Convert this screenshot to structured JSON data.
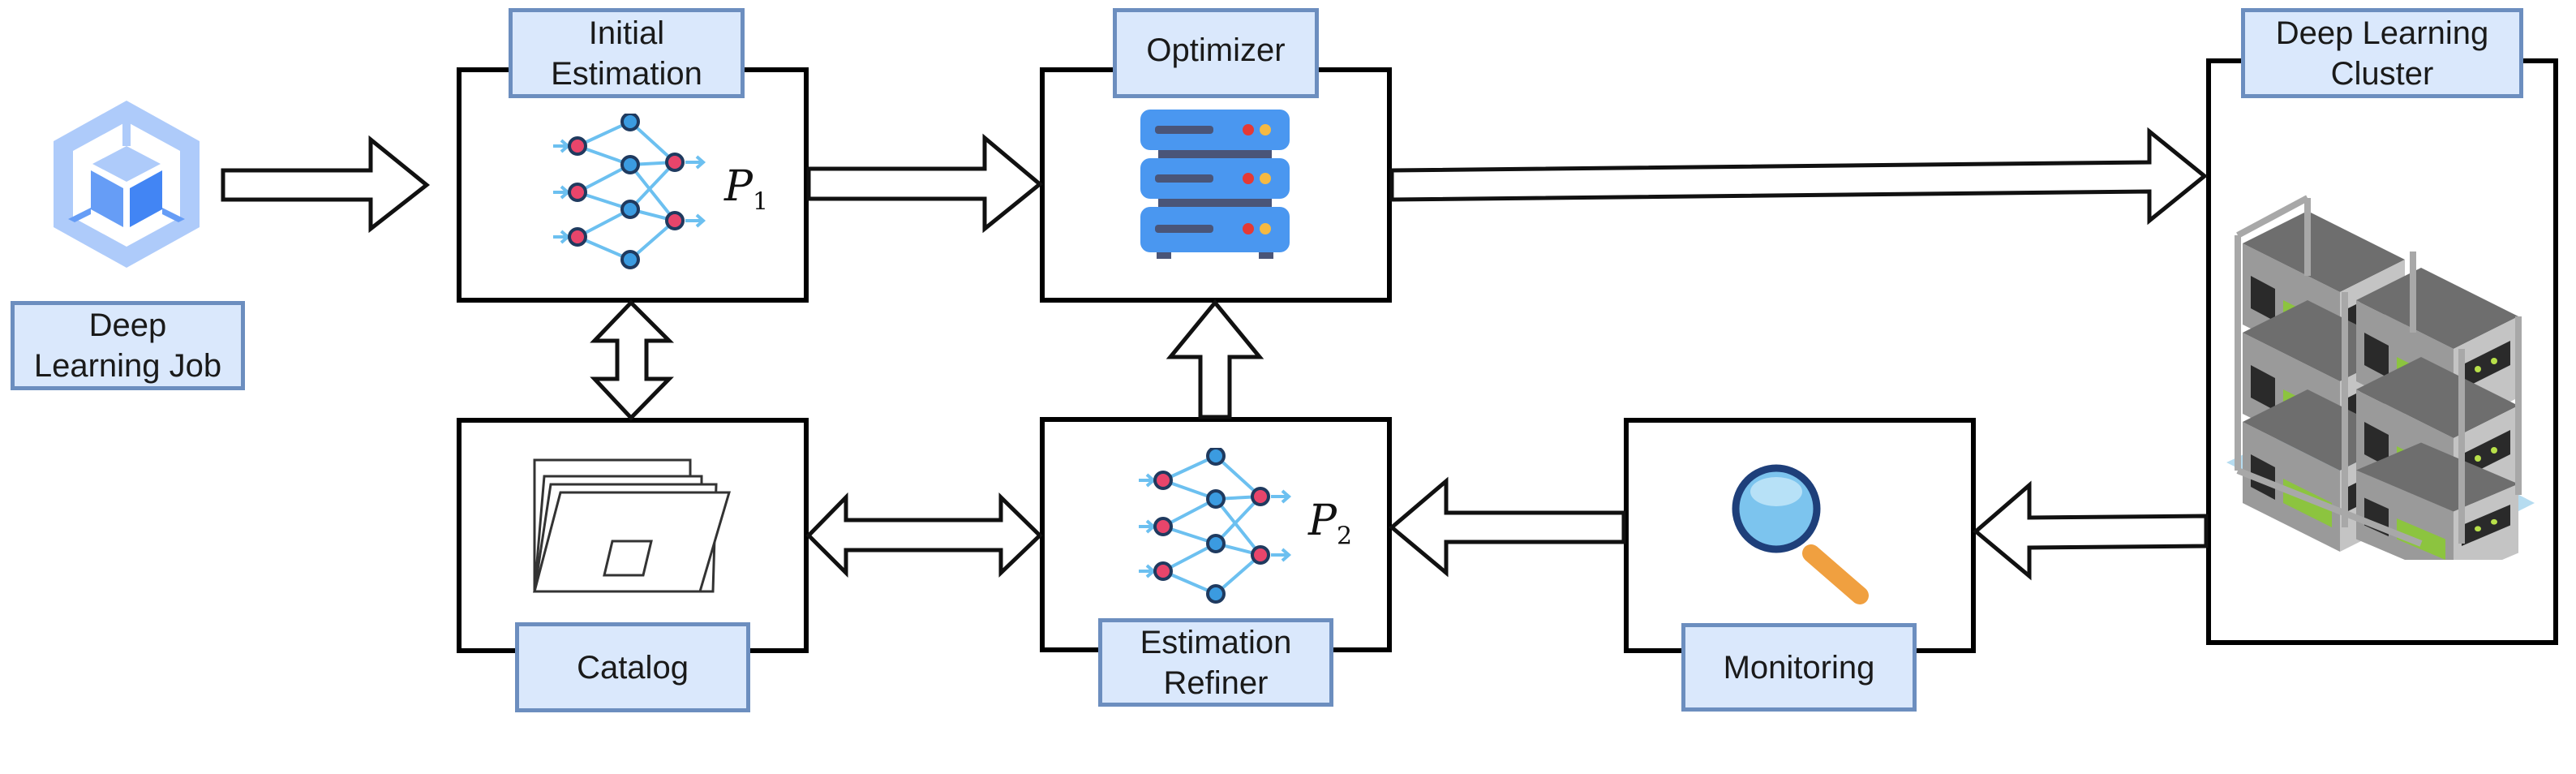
{
  "diagram": {
    "nodes": {
      "job": {
        "label_line1": "Deep",
        "label_line2": "Learning Job",
        "icon": "cube-hexagon-icon"
      },
      "initial": {
        "label_line1": "Initial",
        "label_line2": "Estimation",
        "icon": "neural-network-icon",
        "param": "P",
        "param_sub": "1"
      },
      "optimizer": {
        "label": "Optimizer",
        "icon": "server-stack-icon"
      },
      "cluster": {
        "label_line1": "Deep Learning",
        "label_line2": "Cluster",
        "icon": "gpu-rack-cluster-icon"
      },
      "catalog": {
        "label": "Catalog",
        "icon": "folder-stack-icon"
      },
      "refiner": {
        "label_line1": "Estimation",
        "label_line2": "Refiner",
        "icon": "neural-network-icon",
        "param": "P",
        "param_sub": "2"
      },
      "monitoring": {
        "label": "Monitoring",
        "icon": "magnifier-icon"
      }
    },
    "edges": [
      {
        "from": "Deep Learning Job",
        "to": "Initial Estimation",
        "direction": "forward"
      },
      {
        "from": "Initial Estimation",
        "to": "Optimizer",
        "direction": "forward"
      },
      {
        "from": "Optimizer",
        "to": "Deep Learning Cluster",
        "direction": "forward"
      },
      {
        "from": "Initial Estimation",
        "to": "Catalog",
        "direction": "bidirectional"
      },
      {
        "from": "Catalog",
        "to": "Estimation Refiner",
        "direction": "bidirectional"
      },
      {
        "from": "Estimation Refiner",
        "to": "Optimizer",
        "direction": "forward"
      },
      {
        "from": "Monitoring",
        "to": "Estimation Refiner",
        "direction": "forward"
      },
      {
        "from": "Deep Learning Cluster",
        "to": "Monitoring",
        "direction": "forward"
      }
    ],
    "colors": {
      "label_fill": "#dae8fc",
      "label_border": "#6c8ebf",
      "node_red": "#e8456b",
      "node_blue": "#3b9be0",
      "server_blue": "#4a97f0",
      "magnifier_handle": "#f0a040"
    }
  }
}
